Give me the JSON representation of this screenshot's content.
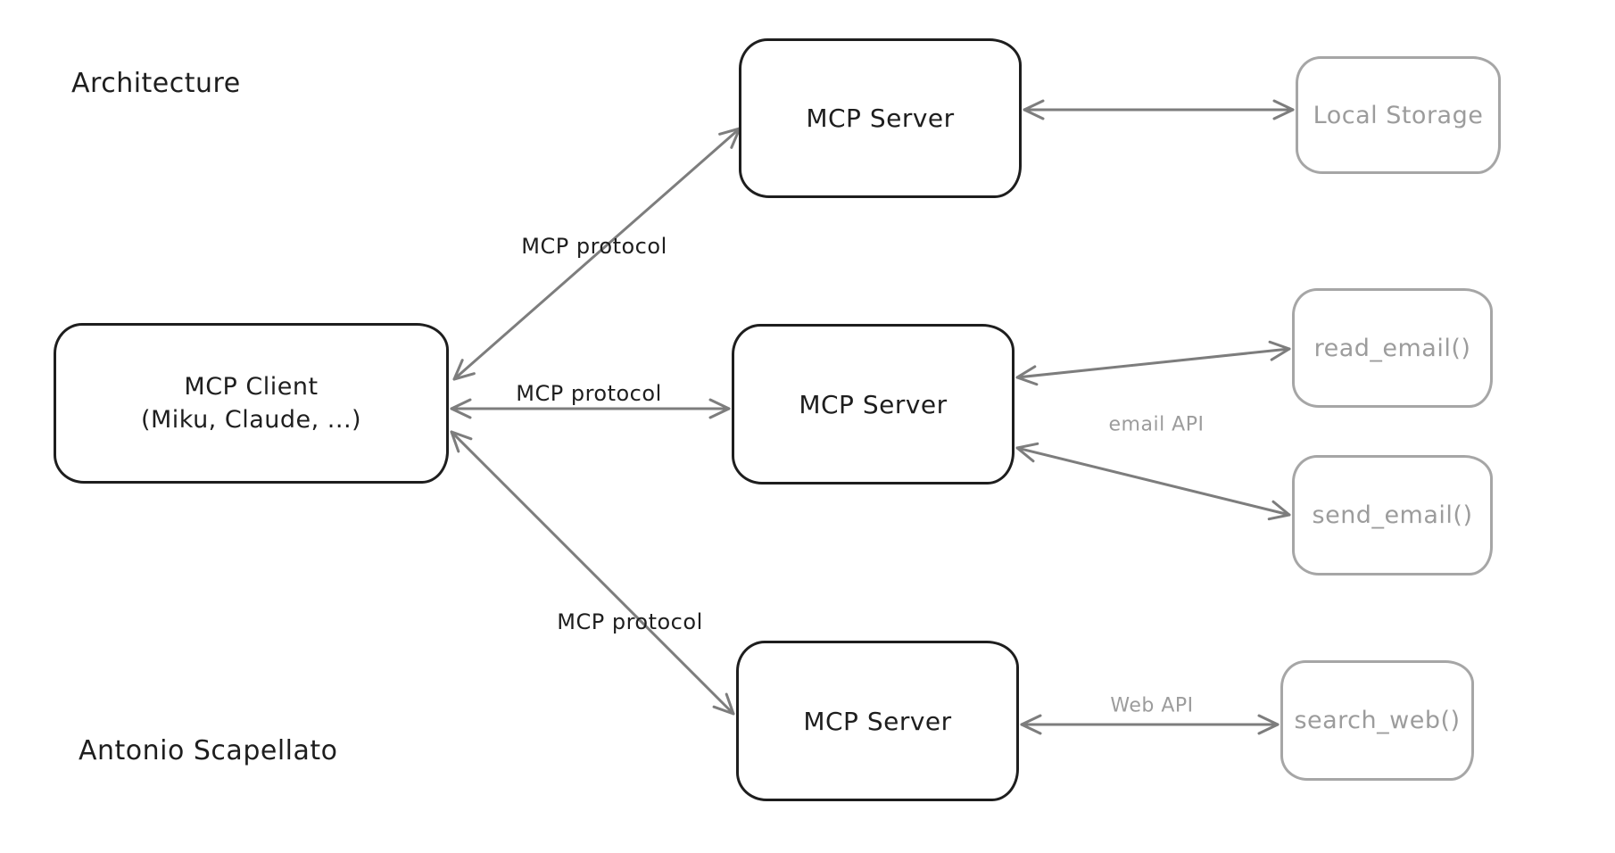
{
  "annotations": {
    "title": "Architecture",
    "author": "Antonio Scapellato"
  },
  "nodes": {
    "client": {
      "title": "MCP Client",
      "subtitle": "(Miku, Claude, ...)"
    },
    "server_top": {
      "label": "MCP Server"
    },
    "server_mid": {
      "label": "MCP Server"
    },
    "server_bottom": {
      "label": "MCP Server"
    },
    "local_storage": {
      "label": "Local Storage"
    },
    "read_email": {
      "label": "read_email()"
    },
    "send_email": {
      "label": "send_email()"
    },
    "search_web": {
      "label": "search_web()"
    }
  },
  "edge_labels": {
    "protocol_top": "MCP protocol",
    "protocol_mid": "MCP protocol",
    "protocol_bottom": "MCP protocol",
    "email_api": "email API",
    "web_api": "Web API"
  },
  "colors": {
    "ink": "#1e1e1e",
    "arrow": "#7d7d7d",
    "muted_border": "#a6a6a6",
    "muted_text": "#9c9c9c",
    "background": "#ffffff"
  }
}
